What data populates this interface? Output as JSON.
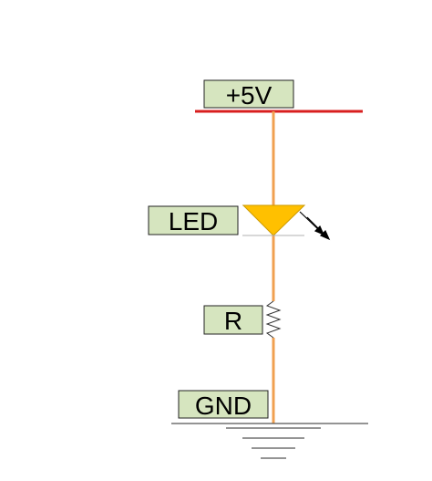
{
  "labels": {
    "power": "+5V",
    "led": "LED",
    "resistor": "R",
    "ground": "GND"
  },
  "colors": {
    "label_fill": "#d6e5bf",
    "label_border": "#222222",
    "power_rail": "#d81f1f",
    "wire": "#f0a050",
    "led_body": "#ffc000",
    "ground_line": "#555555"
  },
  "icons": {
    "led": "led-symbol-icon",
    "resistor": "resistor-zigzag-icon",
    "ground": "ground-symbol-icon",
    "light_emission": "light-arrows-icon"
  }
}
